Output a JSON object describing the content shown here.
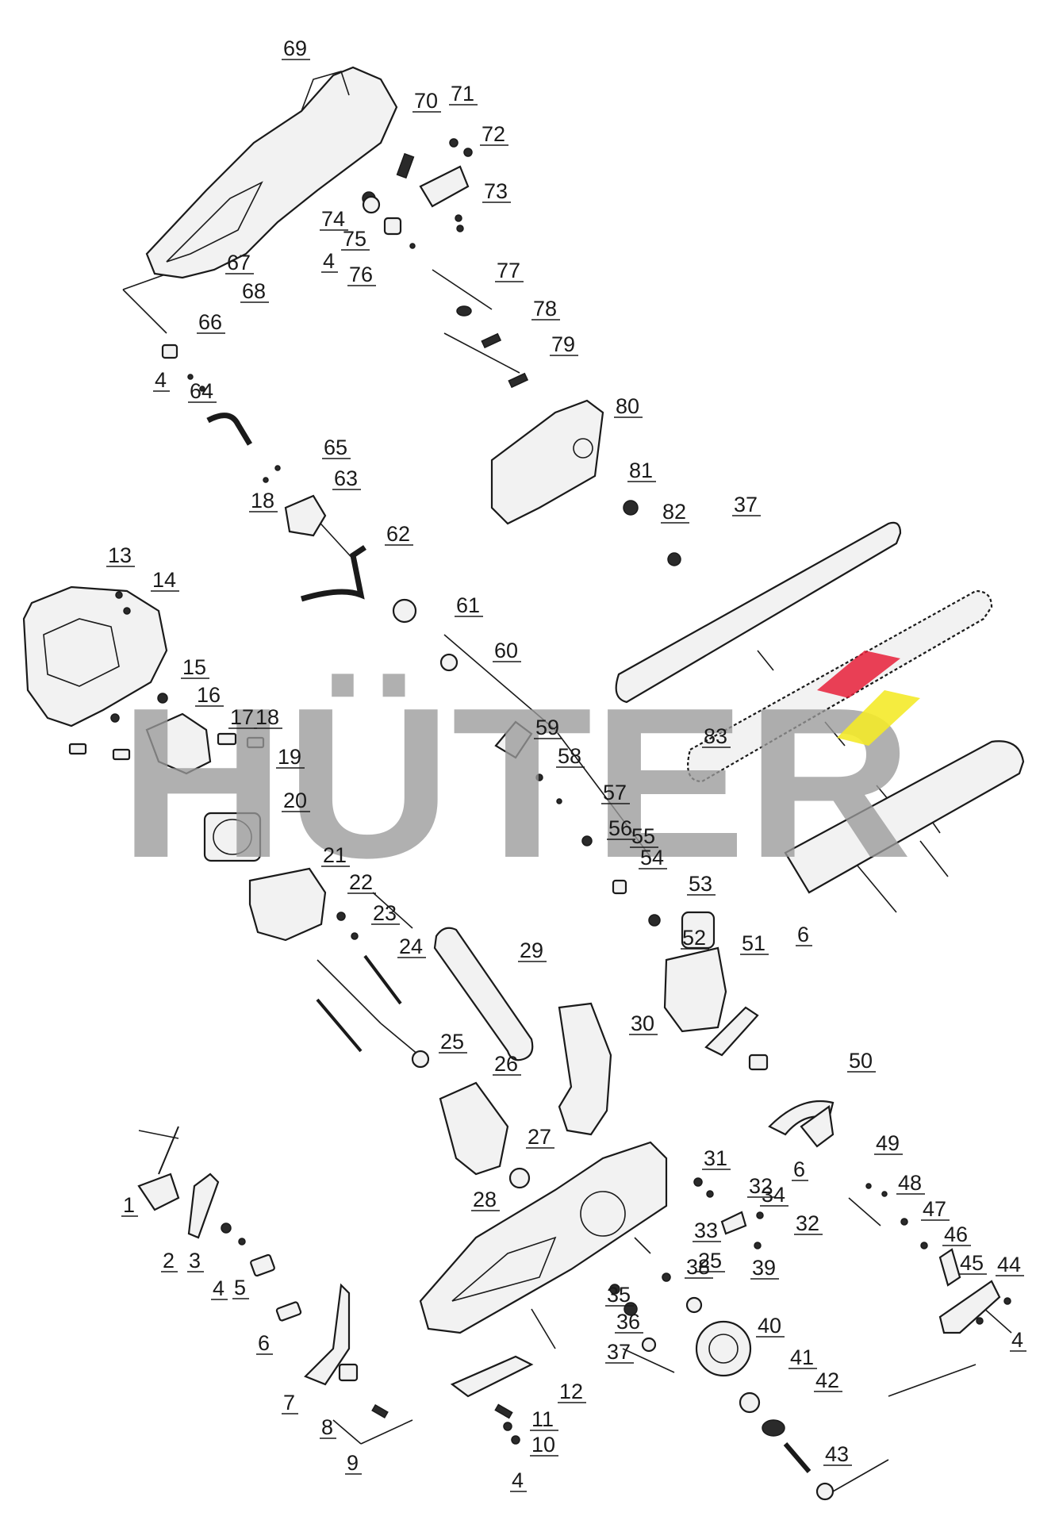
{
  "brand": {
    "watermark_text": "HÜTER",
    "colors": {
      "watermark_gray": "#9a9a9a",
      "accent_red": "#e8203a",
      "accent_yellow": "#f4ea2a"
    }
  },
  "part_numbers": [
    "1",
    "2",
    "3",
    "4",
    "4",
    "4",
    "4",
    "4",
    "4",
    "5",
    "6",
    "6",
    "6",
    "7",
    "8",
    "9",
    "10",
    "11",
    "12",
    "13",
    "14",
    "15",
    "16",
    "17",
    "18",
    "18",
    "19",
    "20",
    "21",
    "22",
    "23",
    "24",
    "25",
    "25",
    "26",
    "27",
    "28",
    "29",
    "30",
    "31",
    "32",
    "32",
    "33",
    "34",
    "35",
    "36",
    "37",
    "37",
    "38",
    "39",
    "40",
    "41",
    "42",
    "43",
    "44",
    "45",
    "46",
    "47",
    "48",
    "49",
    "50",
    "51",
    "52",
    "53",
    "54",
    "55",
    "56",
    "57",
    "58",
    "59",
    "60",
    "61",
    "62",
    "63",
    "64",
    "65",
    "66",
    "67",
    "68",
    "69",
    "70",
    "71",
    "72",
    "73",
    "74",
    "75",
    "76",
    "77",
    "78",
    "79",
    "80",
    "81",
    "82",
    "83"
  ]
}
